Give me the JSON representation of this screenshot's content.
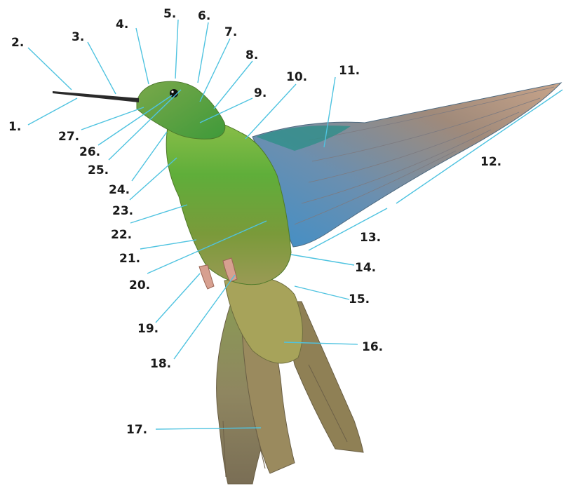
{
  "figure": {
    "subject": "hummingbird",
    "leader_color": "#4fc3e0",
    "labels": [
      "1.",
      "2.",
      "3.",
      "4.",
      "5.",
      "6.",
      "7.",
      "8.",
      "9.",
      "10.",
      "11.",
      "12.",
      "13.",
      "14.",
      "15.",
      "16.",
      "17.",
      "18.",
      "19.",
      "20.",
      "21.",
      "22.",
      "23.",
      "24.",
      "25.",
      "26.",
      "27."
    ]
  }
}
